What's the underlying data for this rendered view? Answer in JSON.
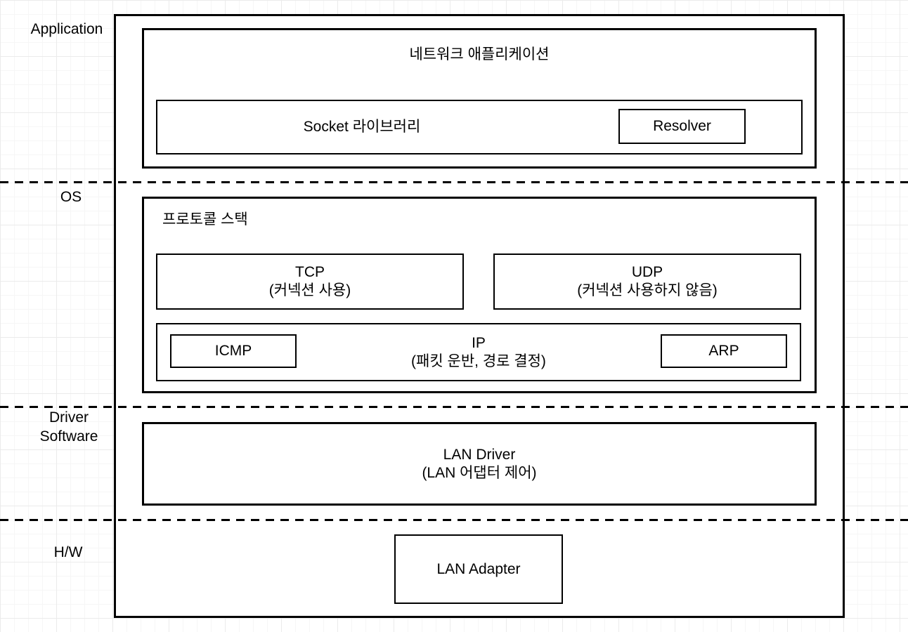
{
  "canvas": {
    "background_color": "#ffffff",
    "grid_minor_color": "#f6f6f6",
    "grid_major_color": "#ebebeb",
    "stroke_color": "#000000"
  },
  "layer_labels": {
    "application": "Application",
    "os": "OS",
    "driver_software": "Driver Software",
    "hw": "H/W"
  },
  "application_layer": {
    "network_app_label": "네트워크 애플리케이션",
    "socket_library_label": "Socket 라이브러리",
    "resolver_label": "Resolver"
  },
  "os_layer": {
    "protocol_stack_label": "프로토콜 스택",
    "tcp": {
      "title": "TCP",
      "subtitle": "(커넥션 사용)"
    },
    "udp": {
      "title": "UDP",
      "subtitle": "(커넥션 사용하지 않음)"
    },
    "ip": {
      "title": "IP",
      "subtitle": "(패킷 운반, 경로 결정)"
    },
    "icmp_label": "ICMP",
    "arp_label": "ARP"
  },
  "driver_layer": {
    "lan_driver": {
      "title": "LAN Driver",
      "subtitle": "(LAN 어댑터 제어)"
    }
  },
  "hw_layer": {
    "lan_adapter_label": "LAN Adapter"
  }
}
